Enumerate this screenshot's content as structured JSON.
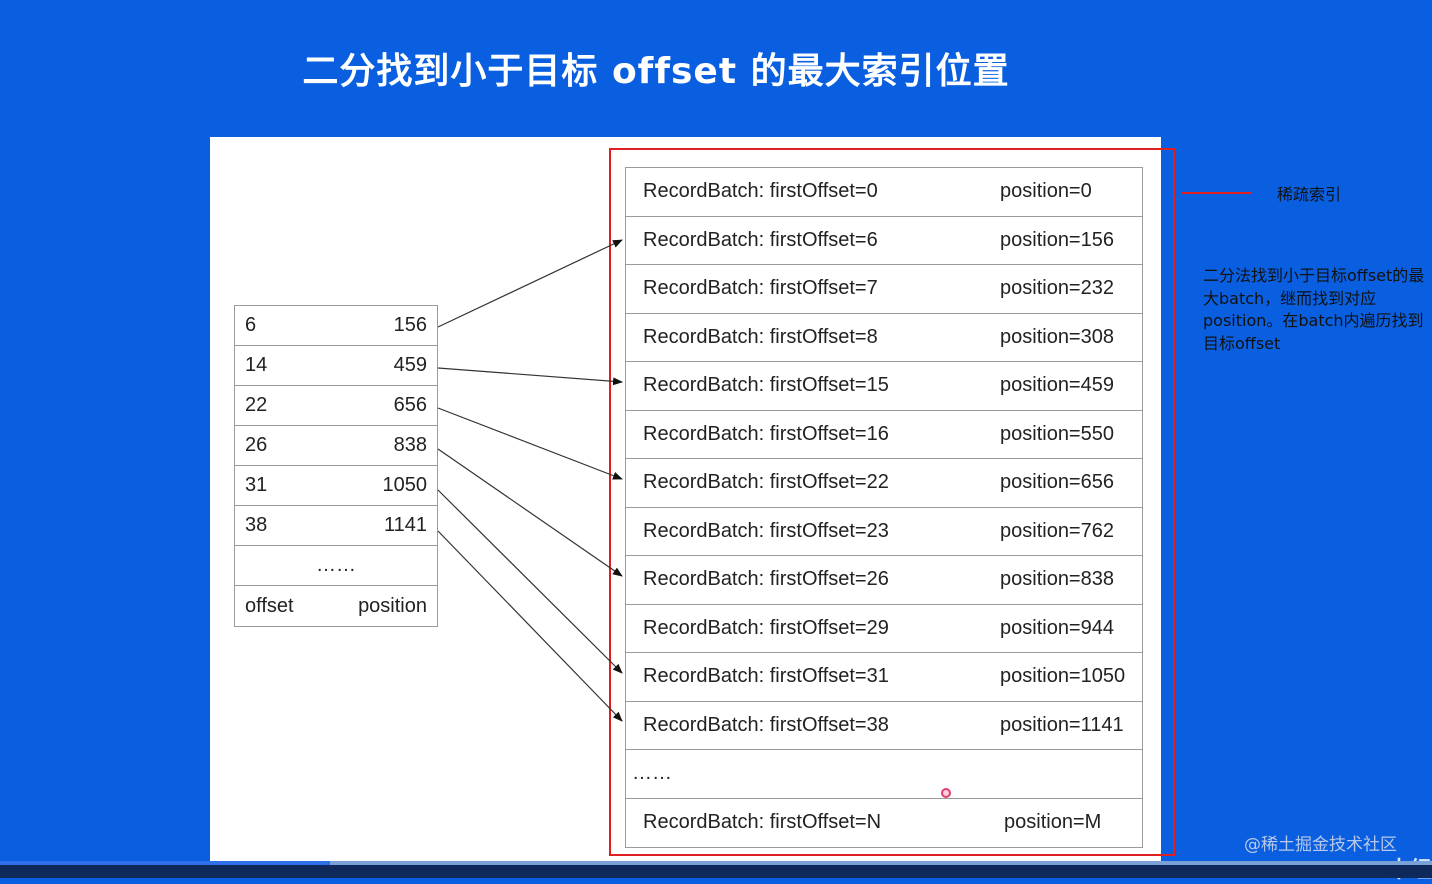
{
  "title": "二分找到小于目标 offset 的最大索引位置",
  "index_table": {
    "rows": [
      {
        "offset": "6",
        "position": "156"
      },
      {
        "offset": "14",
        "position": "459"
      },
      {
        "offset": "22",
        "position": "656"
      },
      {
        "offset": "26",
        "position": "838"
      },
      {
        "offset": "31",
        "position": "1050"
      },
      {
        "offset": "38",
        "position": "1141"
      }
    ],
    "ellipsis": "……",
    "header_offset": "offset",
    "header_position": "position"
  },
  "log_table": {
    "rows": [
      {
        "batch": "RecordBatch: firstOffset=0",
        "position": "position=0"
      },
      {
        "batch": "RecordBatch: firstOffset=6",
        "position": "position=156"
      },
      {
        "batch": "RecordBatch: firstOffset=7",
        "position": "position=232"
      },
      {
        "batch": "RecordBatch: firstOffset=8",
        "position": "position=308"
      },
      {
        "batch": "RecordBatch: firstOffset=15",
        "position": "position=459"
      },
      {
        "batch": "RecordBatch: firstOffset=16",
        "position": "position=550"
      },
      {
        "batch": "RecordBatch: firstOffset=22",
        "position": "position=656"
      },
      {
        "batch": "RecordBatch: firstOffset=23",
        "position": "position=762"
      },
      {
        "batch": "RecordBatch: firstOffset=26",
        "position": "position=838"
      },
      {
        "batch": "RecordBatch: firstOffset=29",
        "position": "position=944"
      },
      {
        "batch": "RecordBatch: firstOffset=31",
        "position": "position=1050"
      },
      {
        "batch": "RecordBatch: firstOffset=38",
        "position": "position=1141"
      },
      {
        "batch": "……",
        "position": ""
      },
      {
        "batch": "RecordBatch: firstOffset=N",
        "position": "position=M"
      }
    ]
  },
  "annotations": {
    "sparse_index": "稀疏索引",
    "note": "二分法找到小于目标offset的最大batch，继而找到对应position。在batch内遍历找到目标offset"
  },
  "watermark": "@稀土掘金技术社区",
  "corner_text": "未经",
  "video_progress": 0.23,
  "colors": {
    "background": "#0a5fe0",
    "highlight_box": "#e02020"
  }
}
